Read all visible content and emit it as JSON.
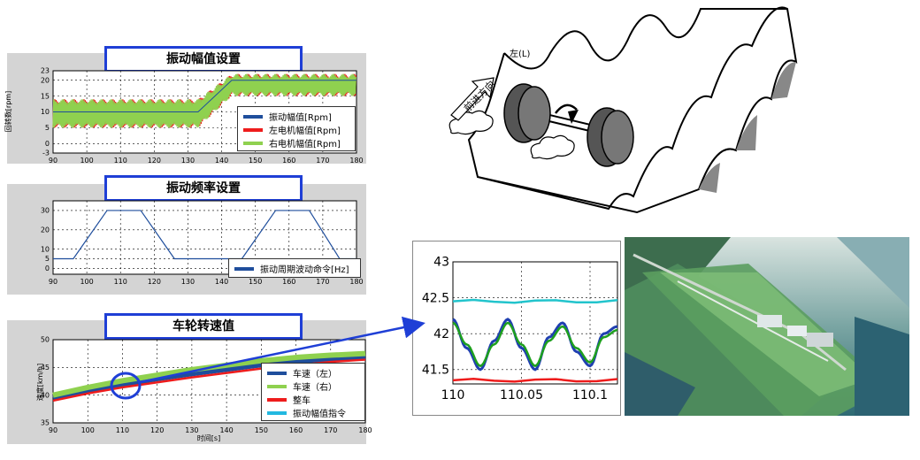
{
  "panels": {
    "amplitude": {
      "title": "振动幅值设置",
      "ylabel": "回转数[rpm]",
      "legend": [
        {
          "label": "振动幅值[Rpm]",
          "color": "#1f4e9c"
        },
        {
          "label": "左电机幅值[Rpm]",
          "color": "#ee1c1c"
        },
        {
          "label": "右电机幅值[Rpm]",
          "color": "#8fd14f"
        }
      ]
    },
    "frequency": {
      "title": "振动频率设置",
      "legend": [
        {
          "label": "振动周期波动命令[Hz]",
          "color": "#1f4e9c"
        }
      ]
    },
    "wheel": {
      "title": "车轮转速值",
      "ylabel": "速度[km/h]",
      "xlabel": "时间[s]",
      "legend": [
        {
          "label": "车速（左）",
          "color": "#1f4e9c"
        },
        {
          "label": "车速（右）",
          "color": "#8fd14f"
        },
        {
          "label": "整车",
          "color": "#ee1c1c"
        },
        {
          "label": "振动幅值指令",
          "color": "#22b8e0"
        }
      ]
    }
  },
  "diagram": {
    "left_label": "左(L)",
    "direction_label": "前进方向"
  },
  "chart_data": [
    {
      "type": "area",
      "x": {
        "min": 90,
        "max": 180,
        "ticks": [
          90,
          100,
          110,
          120,
          130,
          140,
          150,
          160,
          170,
          180
        ]
      },
      "ylim": [
        -3,
        23
      ],
      "yticks": [
        -3,
        0,
        5,
        10,
        15,
        20,
        23
      ],
      "grid": true,
      "legend_position": "bottom-right",
      "series": [
        {
          "name": "振动幅值[Rpm]",
          "color": "#1f4e9c",
          "x": [
            90,
            133,
            143,
            180
          ],
          "y": [
            10,
            10,
            20,
            20
          ]
        },
        {
          "name": "左电机幅值[Rpm]",
          "color": "#ee1c1c",
          "band": [
            [
              90,
              5,
              14
            ],
            [
              133,
              5,
              14
            ],
            [
              143,
              15,
              22
            ],
            [
              180,
              15,
              22
            ]
          ]
        },
        {
          "name": "右电机幅值[Rpm]",
          "color": "#8fd14f",
          "band": [
            [
              90,
              5,
              14
            ],
            [
              133,
              5,
              14
            ],
            [
              143,
              15,
              22
            ],
            [
              180,
              15,
              22
            ]
          ]
        }
      ]
    },
    {
      "type": "line",
      "x": {
        "min": 90,
        "max": 180,
        "ticks": [
          90,
          100,
          110,
          120,
          130,
          140,
          150,
          160,
          170,
          180
        ]
      },
      "ylim": [
        -3,
        35
      ],
      "yticks": [
        0,
        5,
        10,
        20,
        30
      ],
      "grid": true,
      "legend_position": "bottom-right",
      "series": [
        {
          "name": "振动周期波动命令[Hz]",
          "color": "#1f4e9c",
          "x": [
            90,
            96,
            106,
            116,
            126,
            146,
            156,
            166,
            175,
            180
          ],
          "y": [
            5,
            5,
            30,
            30,
            5,
            5,
            30,
            30,
            5,
            5
          ]
        }
      ]
    },
    {
      "type": "line",
      "x": {
        "min": 90,
        "max": 180,
        "ticks": [
          90,
          100,
          110,
          120,
          130,
          140,
          150,
          160,
          170,
          180
        ]
      },
      "ylim": [
        35,
        50
      ],
      "yticks": [
        35,
        40,
        45,
        50
      ],
      "grid": true,
      "legend_position": "bottom-right",
      "series": [
        {
          "name": "车速（左）",
          "color": "#1f4e9c",
          "x": [
            90,
            100,
            110,
            120,
            130,
            140,
            150,
            160,
            170,
            180
          ],
          "y": [
            39.5,
            40.8,
            41.9,
            42.9,
            43.8,
            44.6,
            45.4,
            46.0,
            46.5,
            46.8
          ]
        },
        {
          "name": "车速（右）",
          "color": "#8fd14f",
          "x": [
            90,
            100,
            110,
            120,
            130,
            140,
            150,
            160,
            170,
            180
          ],
          "y": [
            40.0,
            41.4,
            42.6,
            43.6,
            44.6,
            45.4,
            46.2,
            46.8,
            47.2,
            47.5
          ]
        },
        {
          "name": "整车",
          "color": "#ee1c1c",
          "x": [
            90,
            100,
            110,
            120,
            130,
            140,
            150,
            160,
            170,
            180
          ],
          "y": [
            39.0,
            40.3,
            41.4,
            42.3,
            43.2,
            44.0,
            44.8,
            45.4,
            46.0,
            46.4
          ]
        }
      ]
    },
    {
      "type": "line",
      "x": {
        "min": 110,
        "max": 110.12,
        "ticks": [
          110,
          110.05,
          110.1
        ]
      },
      "xtick_labels": [
        "110",
        "110.05",
        "110.1"
      ],
      "ylim": [
        41.3,
        43
      ],
      "yticks": [
        41.5,
        42,
        42.5,
        43
      ],
      "grid": true,
      "series": [
        {
          "name": "cyan",
          "color": "#22c4cc",
          "x": [
            110,
            110.12
          ],
          "y": [
            42.45,
            42.45
          ]
        },
        {
          "name": "blue",
          "color": "#1f3fb0",
          "x": [
            110,
            110.01,
            110.02,
            110.03,
            110.04,
            110.05,
            110.06,
            110.07,
            110.08,
            110.09,
            110.1,
            110.11,
            110.12
          ],
          "y": [
            42.2,
            41.8,
            41.5,
            41.9,
            42.2,
            41.8,
            41.5,
            41.95,
            42.15,
            41.75,
            41.55,
            42.0,
            42.1
          ]
        },
        {
          "name": "green",
          "color": "#1ea01e",
          "x": [
            110,
            110.01,
            110.02,
            110.03,
            110.04,
            110.05,
            110.06,
            110.07,
            110.08,
            110.09,
            110.1,
            110.11,
            110.12
          ],
          "y": [
            42.15,
            41.85,
            41.55,
            41.85,
            42.15,
            41.85,
            41.55,
            41.9,
            42.1,
            41.8,
            41.6,
            41.95,
            42.05
          ]
        },
        {
          "name": "red",
          "color": "#ee1c1c",
          "x": [
            110,
            110.12
          ],
          "y": [
            41.35,
            41.35
          ]
        }
      ]
    }
  ]
}
